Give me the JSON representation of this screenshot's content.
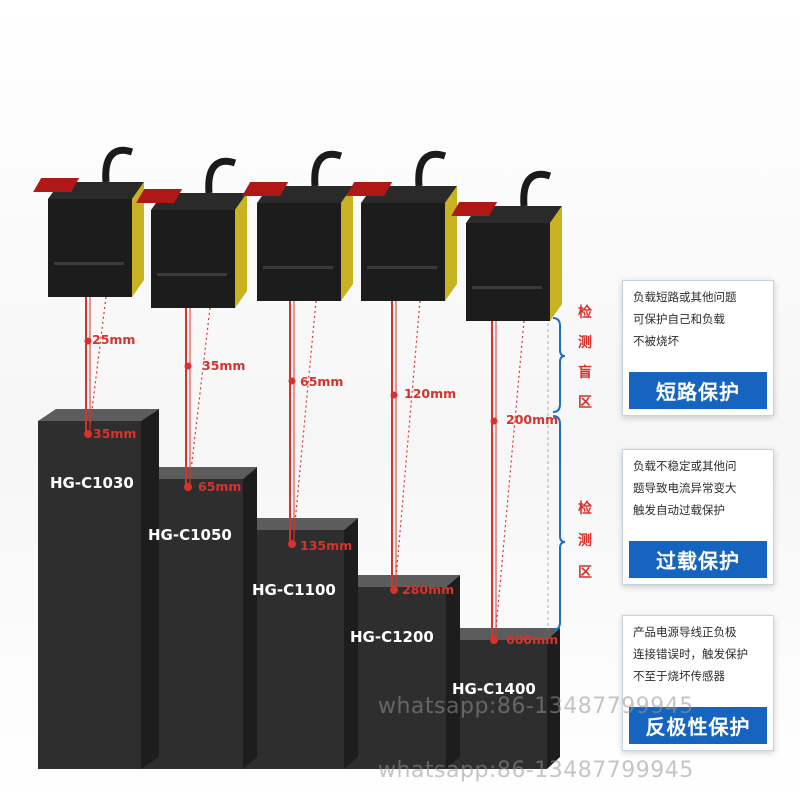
{
  "models": [
    {
      "name": "HG-C1030",
      "blind": "25mm",
      "max": "35mm"
    },
    {
      "name": "HG-C1050",
      "blind": "35mm",
      "max": "65mm"
    },
    {
      "name": "HG-C1100",
      "blind": "65mm",
      "max": "135mm"
    },
    {
      "name": "HG-C1200",
      "blind": "120mm",
      "max": "280mm"
    },
    {
      "name": "HG-C1400",
      "blind": "200mm",
      "max": "600mm"
    }
  ],
  "zones": {
    "blind": [
      "检",
      "测",
      "盲",
      "区"
    ],
    "detect": [
      "检",
      "测",
      "区"
    ]
  },
  "features": [
    {
      "text": "负载短路或其他问题\n可保护自己和负载\n不被烧坏",
      "title": "短路保护"
    },
    {
      "text": "负载不稳定或其他问\n题导致电流异常变大\n触发自动过载保护",
      "title": "过载保护"
    },
    {
      "text": "产品电源导线正负极\n连接错误时，触发保护\n不至于烧坏传感器",
      "title": "反极性保护"
    }
  ],
  "watermark": "whatsapp:86-13487799945",
  "colors": {
    "beam": "#d8322d",
    "accent": "#1565c0",
    "block": "#2e2e2e"
  }
}
